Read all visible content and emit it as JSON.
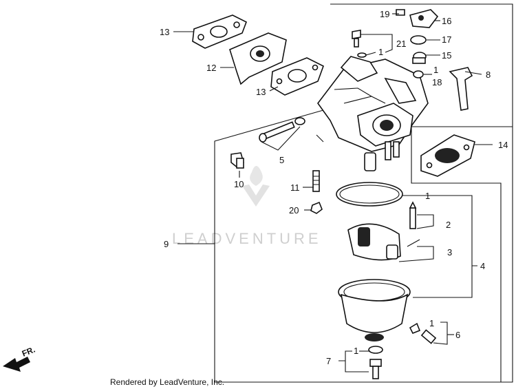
{
  "labels": {
    "p1": "1",
    "p2": "2",
    "p3": "3",
    "p4": "4",
    "p5": "5",
    "p6": "6",
    "p7": "7",
    "p8": "8",
    "p9": "9",
    "p10": "10",
    "p11": "11",
    "p12": "12",
    "p13": "13",
    "p14": "14",
    "p15": "15",
    "p16": "16",
    "p17": "17",
    "p18": "18",
    "p19": "19",
    "p20": "20",
    "p21": "21"
  },
  "watermark": "LEADVENTURE",
  "credit": "Rendered by LeadVenture, Inc.",
  "direction": "FR."
}
